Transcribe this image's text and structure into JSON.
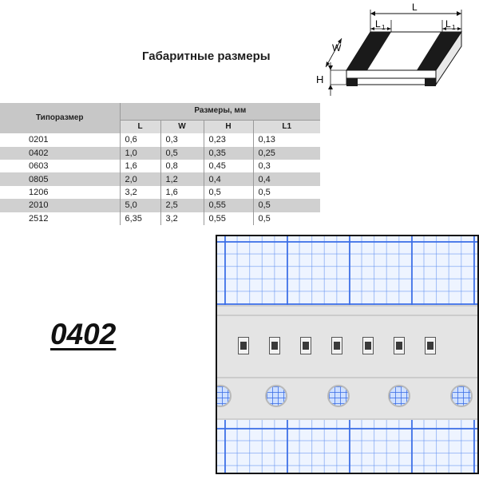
{
  "heading": "Габаритные размеры",
  "diagram_labels": {
    "L": "L",
    "L1_left": "L",
    "L1_right": "L",
    "sub": "1",
    "W": "W",
    "H": "H"
  },
  "table": {
    "type_header": "Типоразмер",
    "dims_header": "Размеры, мм",
    "columns": [
      "L",
      "W",
      "H",
      "L1"
    ],
    "rows": [
      [
        "0201",
        "0,6",
        "0,3",
        "0,23",
        "0,13"
      ],
      [
        "0402",
        "1,0",
        "0,5",
        "0,35",
        "0,25"
      ],
      [
        "0603",
        "1,6",
        "0,8",
        "0,45",
        "0,3"
      ],
      [
        "0805",
        "2,0",
        "1,2",
        "0,4",
        "0,4"
      ],
      [
        "1206",
        "3,2",
        "1,6",
        "0,5",
        "0,5"
      ],
      [
        "2010",
        "5,0",
        "2,5",
        "0,55",
        "0,5"
      ],
      [
        "2512",
        "6,35",
        "3,2",
        "0,55",
        "0,5"
      ]
    ]
  },
  "size_label": "0402"
}
